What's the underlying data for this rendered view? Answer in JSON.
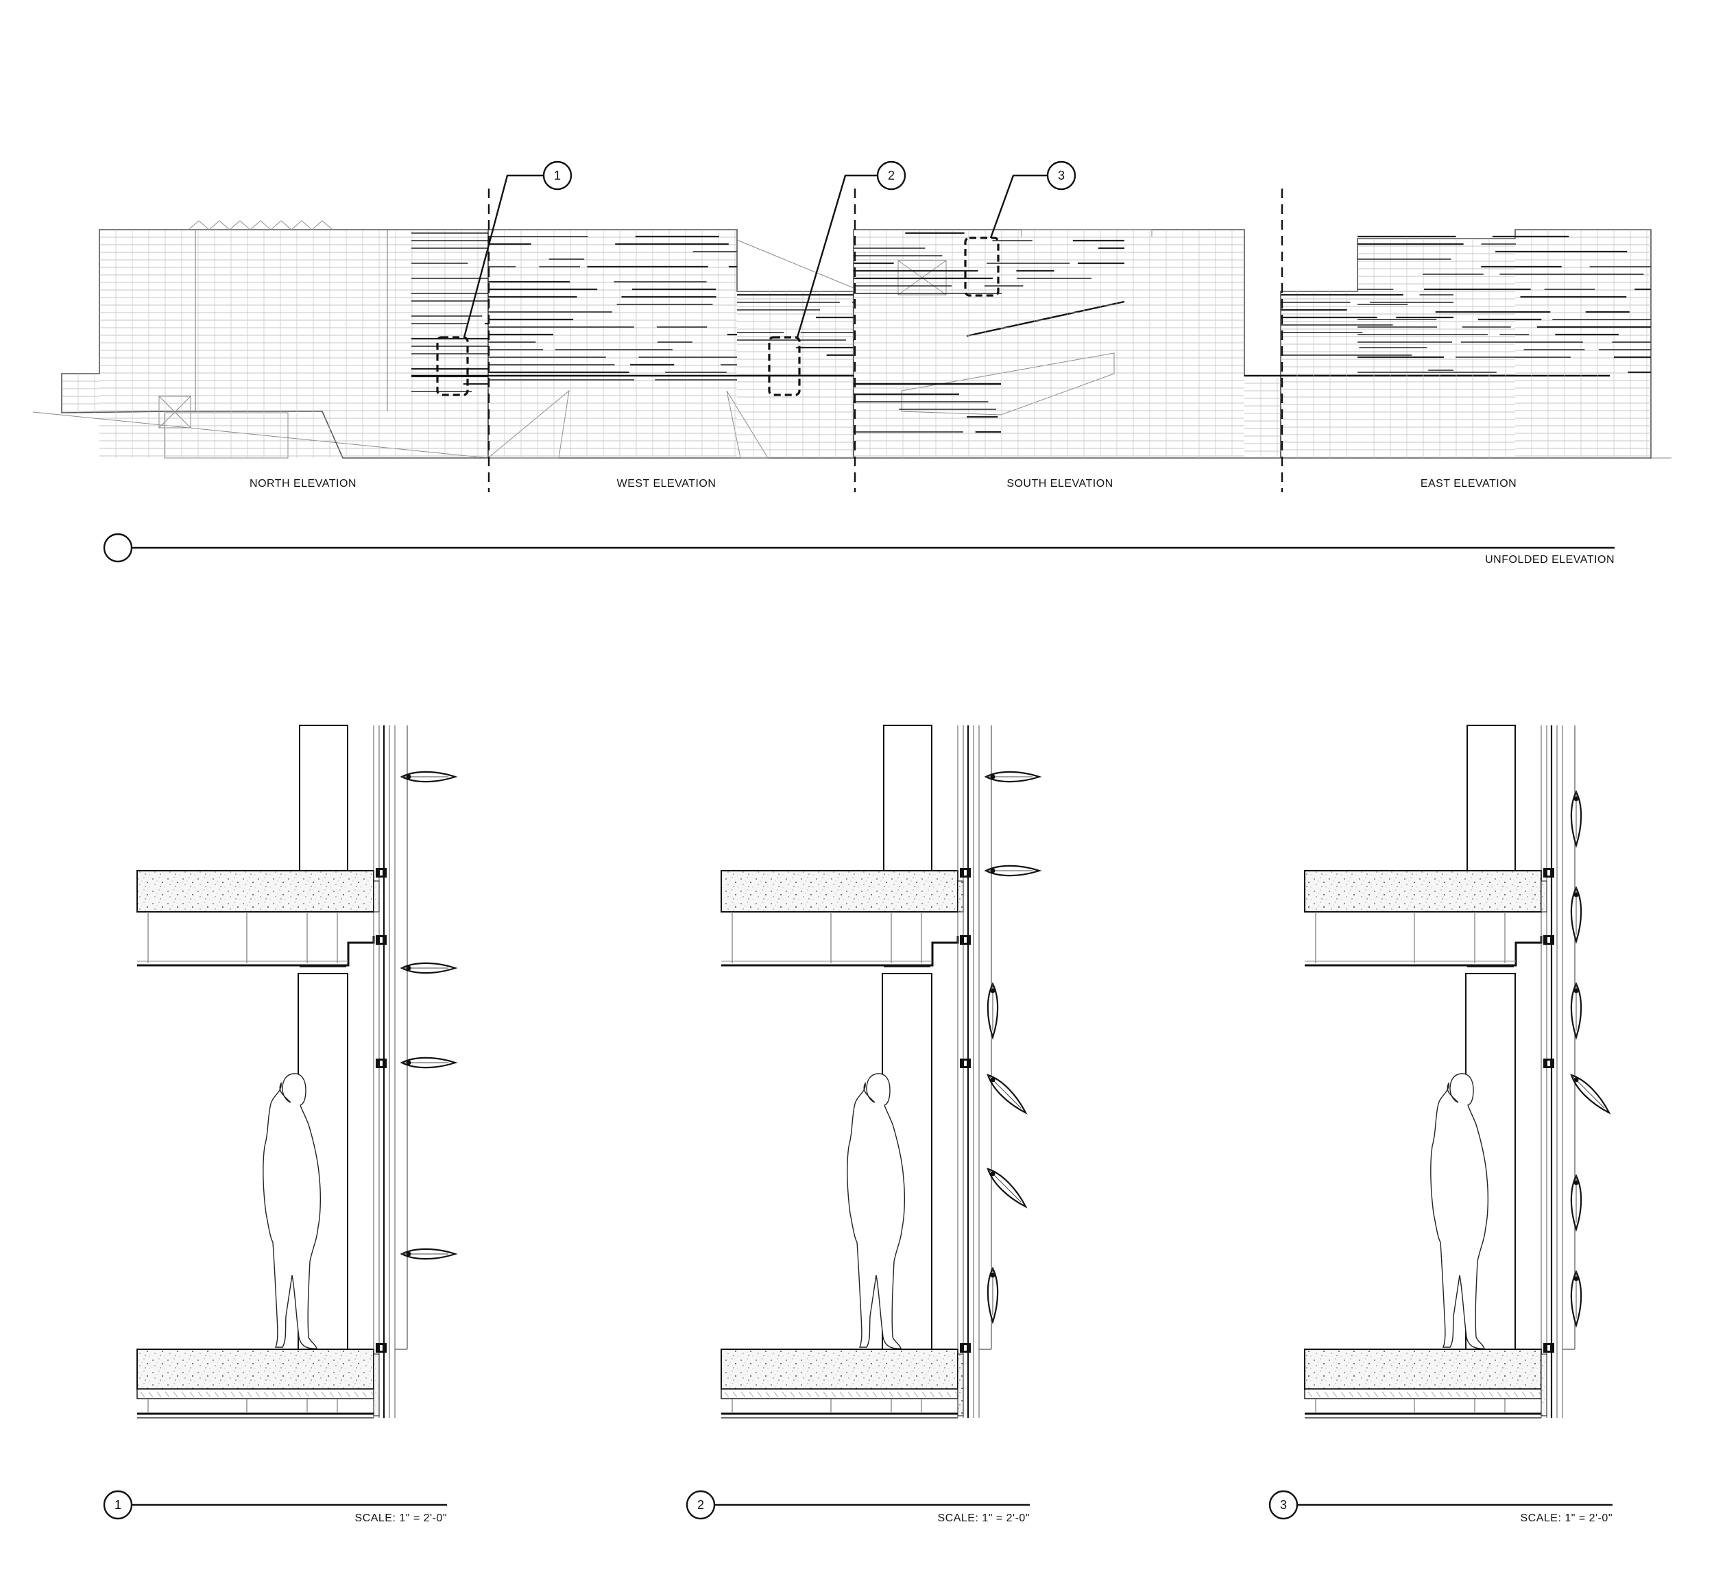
{
  "callouts": [
    "1",
    "2",
    "3"
  ],
  "elevations": {
    "north": "NORTH ELEVATION",
    "west": "WEST ELEVATION",
    "south": "SOUTH ELEVATION",
    "east": "EAST ELEVATION"
  },
  "main_title": "UNFOLDED ELEVATION",
  "details": [
    {
      "number": "1",
      "scale": "SCALE: 1\" = 2'-0\""
    },
    {
      "number": "2",
      "scale": "SCALE: 1\" = 2'-0\""
    },
    {
      "number": "3",
      "scale": "SCALE: 1\" = 2'-0\""
    }
  ]
}
